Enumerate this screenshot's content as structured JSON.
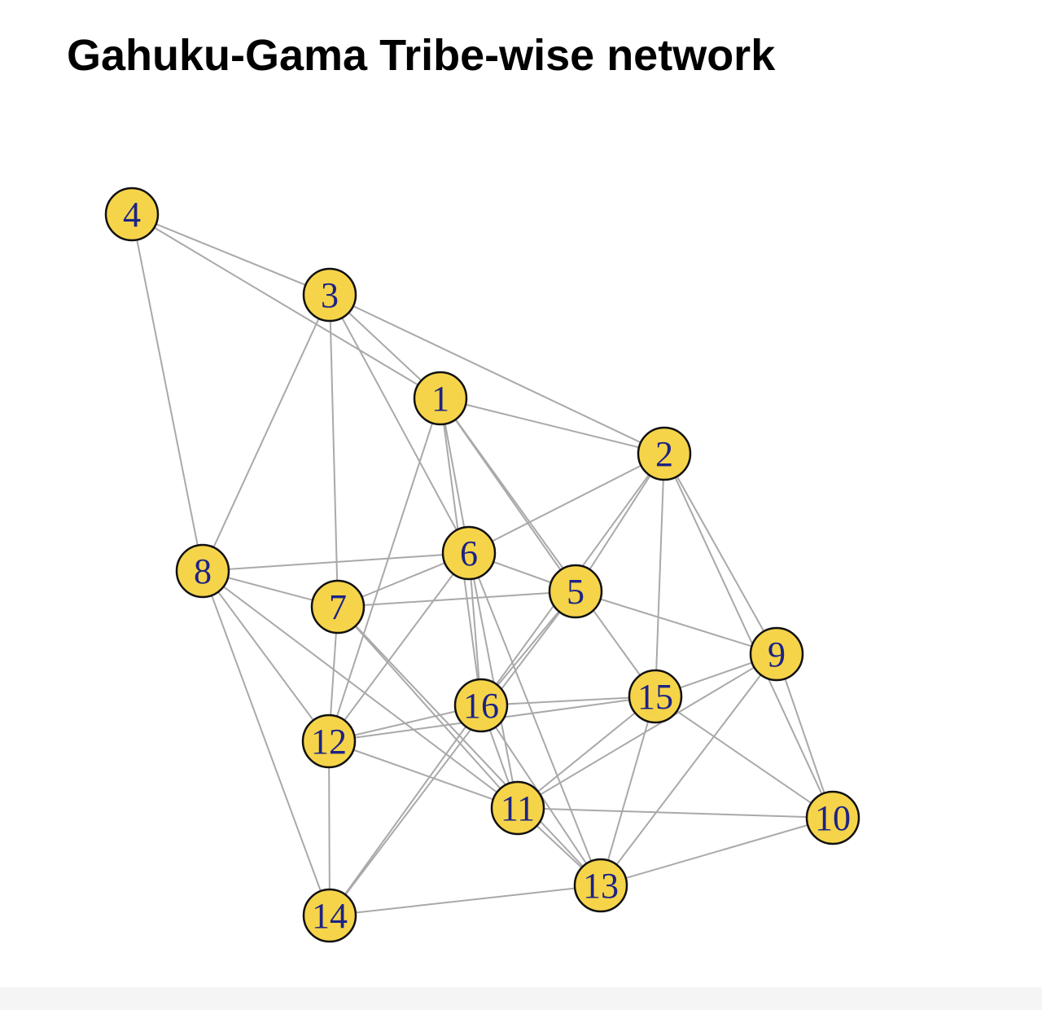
{
  "title": "Gahuku-Gama Tribe-wise network",
  "style": {
    "node_fill": "#f6d44a",
    "node_stroke": "#111111",
    "label_color": "#1c2385",
    "edge_color": "#a9a9a9",
    "background": "#ffffff"
  },
  "nodes": [
    {
      "id": "1",
      "label": "1"
    },
    {
      "id": "2",
      "label": "2"
    },
    {
      "id": "3",
      "label": "3"
    },
    {
      "id": "4",
      "label": "4"
    },
    {
      "id": "5",
      "label": "5"
    },
    {
      "id": "6",
      "label": "6"
    },
    {
      "id": "7",
      "label": "7"
    },
    {
      "id": "8",
      "label": "8"
    },
    {
      "id": "9",
      "label": "9"
    },
    {
      "id": "10",
      "label": "10"
    },
    {
      "id": "11",
      "label": "11"
    },
    {
      "id": "12",
      "label": "12"
    },
    {
      "id": "13",
      "label": "13"
    },
    {
      "id": "14",
      "label": "14"
    },
    {
      "id": "15",
      "label": "15"
    },
    {
      "id": "16",
      "label": "16"
    }
  ],
  "edges": [
    [
      "4",
      "3"
    ],
    [
      "4",
      "1"
    ],
    [
      "4",
      "8"
    ],
    [
      "3",
      "1"
    ],
    [
      "3",
      "2"
    ],
    [
      "3",
      "6"
    ],
    [
      "3",
      "7"
    ],
    [
      "3",
      "8"
    ],
    [
      "1",
      "2"
    ],
    [
      "1",
      "6"
    ],
    [
      "1",
      "5"
    ],
    [
      "1",
      "16"
    ],
    [
      "1",
      "12"
    ],
    [
      "1",
      "15"
    ],
    [
      "2",
      "6"
    ],
    [
      "2",
      "5"
    ],
    [
      "2",
      "16"
    ],
    [
      "2",
      "15"
    ],
    [
      "2",
      "9"
    ],
    [
      "2",
      "10"
    ],
    [
      "8",
      "6"
    ],
    [
      "8",
      "7"
    ],
    [
      "8",
      "12"
    ],
    [
      "8",
      "11"
    ],
    [
      "8",
      "14"
    ],
    [
      "6",
      "7"
    ],
    [
      "6",
      "5"
    ],
    [
      "6",
      "12"
    ],
    [
      "6",
      "16"
    ],
    [
      "6",
      "11"
    ],
    [
      "6",
      "13"
    ],
    [
      "7",
      "5"
    ],
    [
      "7",
      "12"
    ],
    [
      "7",
      "11"
    ],
    [
      "7",
      "13"
    ],
    [
      "5",
      "9"
    ],
    [
      "5",
      "16"
    ],
    [
      "5",
      "14"
    ],
    [
      "9",
      "15"
    ],
    [
      "9",
      "10"
    ],
    [
      "9",
      "11"
    ],
    [
      "9",
      "13"
    ],
    [
      "16",
      "15"
    ],
    [
      "16",
      "12"
    ],
    [
      "16",
      "11"
    ],
    [
      "16",
      "13"
    ],
    [
      "16",
      "14"
    ],
    [
      "15",
      "12"
    ],
    [
      "15",
      "11"
    ],
    [
      "15",
      "13"
    ],
    [
      "15",
      "10"
    ],
    [
      "12",
      "11"
    ],
    [
      "12",
      "14"
    ],
    [
      "11",
      "10"
    ],
    [
      "11",
      "13"
    ],
    [
      "13",
      "10"
    ],
    [
      "13",
      "14"
    ]
  ]
}
